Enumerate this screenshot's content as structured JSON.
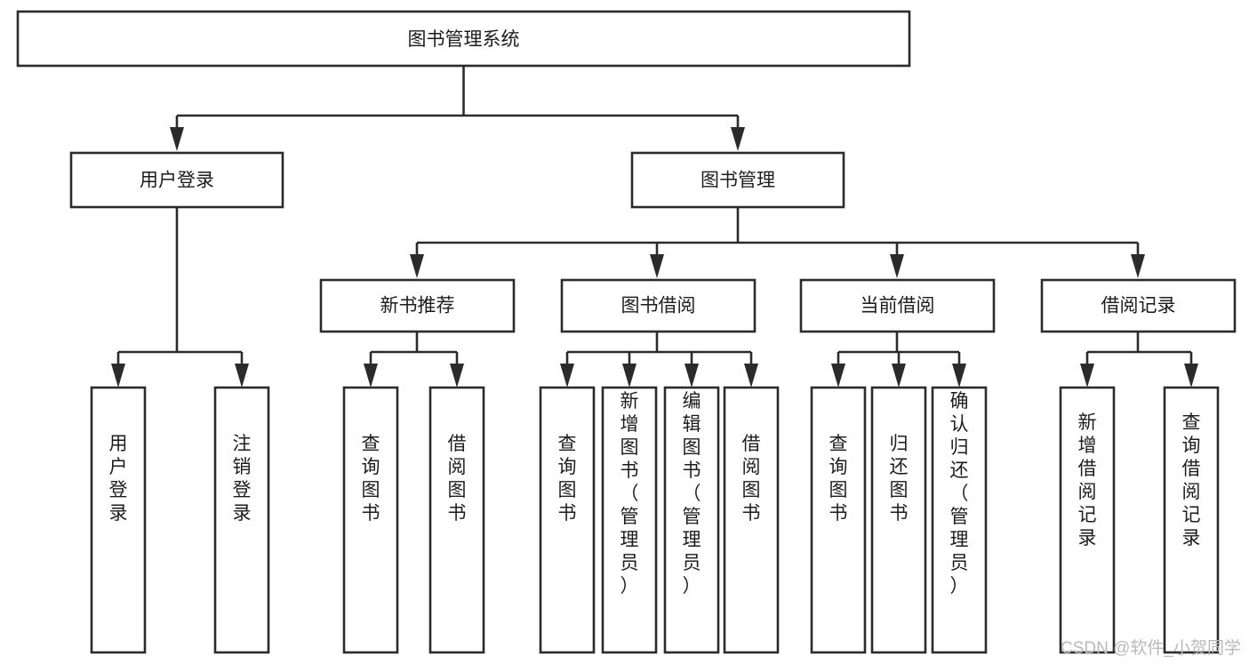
{
  "diagram": {
    "type": "tree-hierarchy-chart",
    "title": "图书管理系统",
    "orientation": "top-down",
    "colors": {
      "stroke": "#2b2b2b",
      "fill": "#ffffff",
      "text": "#1c1c1c",
      "watermark": "#b9b9b9",
      "background": "#ffffff"
    },
    "root": {
      "label": "图书管理系统",
      "id": "root-system"
    },
    "level1": [
      {
        "id": "user-login",
        "label": "用户登录"
      },
      {
        "id": "book-management",
        "label": "图书管理"
      }
    ],
    "level2": [
      {
        "id": "new-book-recommend",
        "label": "新书推荐",
        "parent": "book-management"
      },
      {
        "id": "book-borrow",
        "label": "图书借阅",
        "parent": "book-management"
      },
      {
        "id": "current-borrow",
        "label": "当前借阅",
        "parent": "book-management"
      },
      {
        "id": "borrow-record",
        "label": "借阅记录",
        "parent": "book-management"
      }
    ],
    "leaves": {
      "user-login": [
        {
          "id": "leaf-user-login",
          "label": "用户登录"
        },
        {
          "id": "leaf-logout-login",
          "label": "注销登录"
        }
      ],
      "new-book-recommend": [
        {
          "id": "leaf-query-book-1",
          "label": "查询图书"
        },
        {
          "id": "leaf-borrow-book-1",
          "label": "借阅图书"
        }
      ],
      "book-borrow": [
        {
          "id": "leaf-query-book-2",
          "label": "查询图书"
        },
        {
          "id": "leaf-add-book",
          "label": "新增图书（管理员）"
        },
        {
          "id": "leaf-edit-book",
          "label": "编辑图书（管理员）"
        },
        {
          "id": "leaf-borrow-book-2",
          "label": "借阅图书"
        }
      ],
      "current-borrow": [
        {
          "id": "leaf-query-book-3",
          "label": "查询图书"
        },
        {
          "id": "leaf-return-book",
          "label": "归还图书"
        },
        {
          "id": "leaf-confirm-return",
          "label": "确认归还（管理员）"
        }
      ],
      "borrow-record": [
        {
          "id": "leaf-add-record",
          "label": "新增借阅记录"
        },
        {
          "id": "leaf-query-record",
          "label": "查询借阅记录"
        }
      ]
    }
  },
  "watermark": {
    "text": "CSDN @软件_小贺同学"
  }
}
